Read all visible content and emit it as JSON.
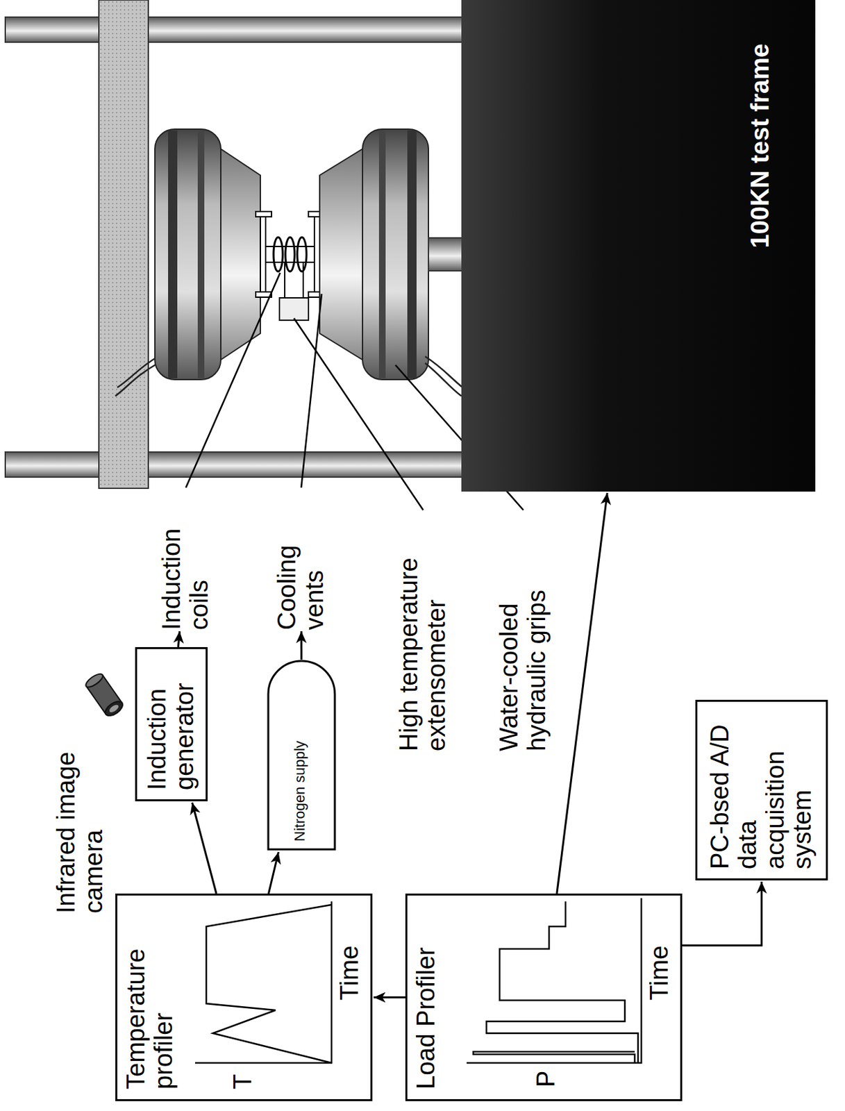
{
  "diagram": {
    "nodes": [
      {
        "text": [
          "Temperature profiler",
          "T",
          "Time"
        ]
      },
      {
        "text": [
          "Load Profiler",
          "P",
          "Time"
        ]
      },
      {
        "text": [
          "Induction generator"
        ]
      },
      {
        "text": [
          "Nitrogen supply"
        ]
      },
      {
        "text": [
          "PC-bsed A/D data acquisition system"
        ]
      },
      {
        "text": [
          "Induction coils"
        ]
      },
      {
        "text": [
          "Cooling vents"
        ]
      },
      {
        "text": [
          "100KN test frame"
        ]
      }
    ],
    "edges": [
      {
        "from": 1,
        "to": 0,
        "arrow": "to"
      },
      {
        "from": 0,
        "to": 2,
        "arrow": "to"
      },
      {
        "from": 0,
        "to": 3,
        "arrow": "to"
      },
      {
        "from": 2,
        "to": 5,
        "arrow": "to"
      },
      {
        "from": 3,
        "to": 6,
        "arrow": "to"
      },
      {
        "from": 1,
        "to": 7,
        "arrow": "to"
      },
      {
        "from": 1,
        "to": 4,
        "arrow": "to"
      }
    ],
    "labels": [
      "Infrared image camera",
      "High temperature extensometer",
      "Water-cooled hydraulic grips"
    ]
  }
}
